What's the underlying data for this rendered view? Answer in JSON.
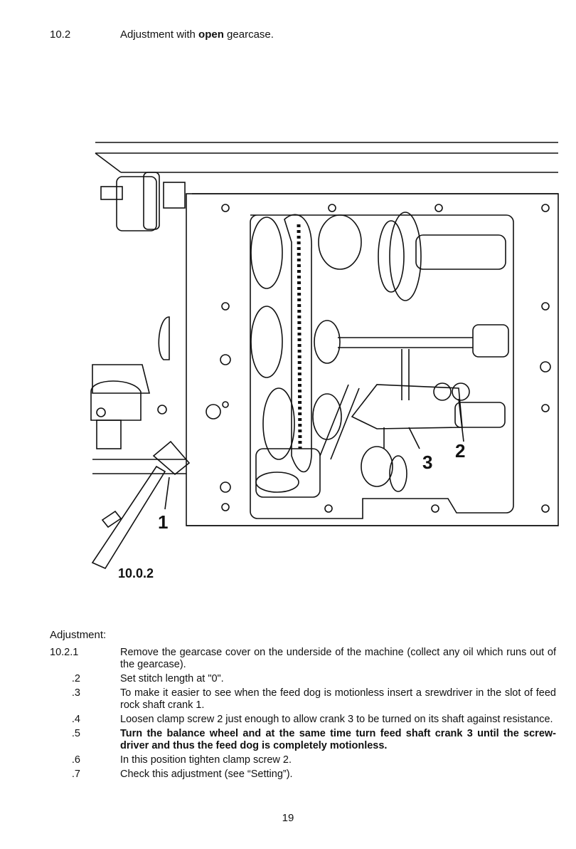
{
  "heading": {
    "number": "10.2",
    "text_before": "Adjustment with ",
    "text_bold": "open",
    "text_after": " gearcase."
  },
  "figure": {
    "callouts": [
      "1",
      "2",
      "3"
    ],
    "label": "10.0.2"
  },
  "adjustment_title": "Adjustment:",
  "steps": [
    {
      "num": "10.2.1",
      "text": "Remove the gearcase cover on the underside of the machine (collect any oil which runs out of the gearcase).",
      "bold": false
    },
    {
      "num": ".2",
      "text": "Set stitch length at \"0\".",
      "bold": false
    },
    {
      "num": ".3",
      "text": "To make it easier to see when the feed dog is motionless insert a srewdriver in the slot of feed rock shaft crank 1.",
      "bold": false
    },
    {
      "num": ".4",
      "text": "Loosen clamp screw 2 just enough to allow crank 3 to be turned on its shaft against resistance.",
      "bold": false
    },
    {
      "num": ".5",
      "text": "Turn the balance wheel and at the same time turn feed shaft crank 3 until the screw-driver and thus the feed dog is completely motionless.",
      "bold": true
    },
    {
      "num": ".6",
      "text": "In this position tighten clamp screw 2.",
      "bold": false
    },
    {
      "num": ".7",
      "text": "Check this adjustment (see “Setting”).",
      "bold": false
    }
  ],
  "page_number": "19"
}
